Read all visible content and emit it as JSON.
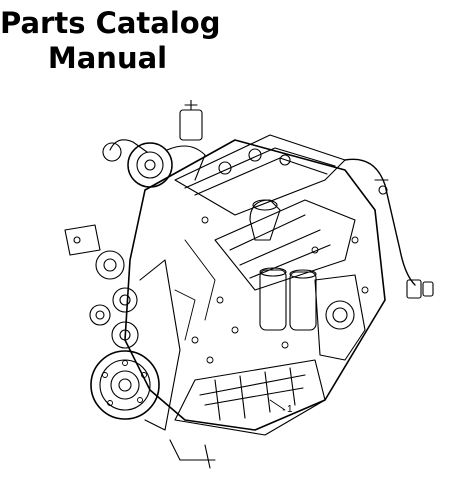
{
  "document": {
    "title_line_1": "Parts Catalog",
    "title_line_2": "Manual",
    "callout_label": "1"
  },
  "illustration": {
    "icon": "engine-line-drawing-icon",
    "stroke_color": "#000000",
    "background_color": "#ffffff"
  }
}
